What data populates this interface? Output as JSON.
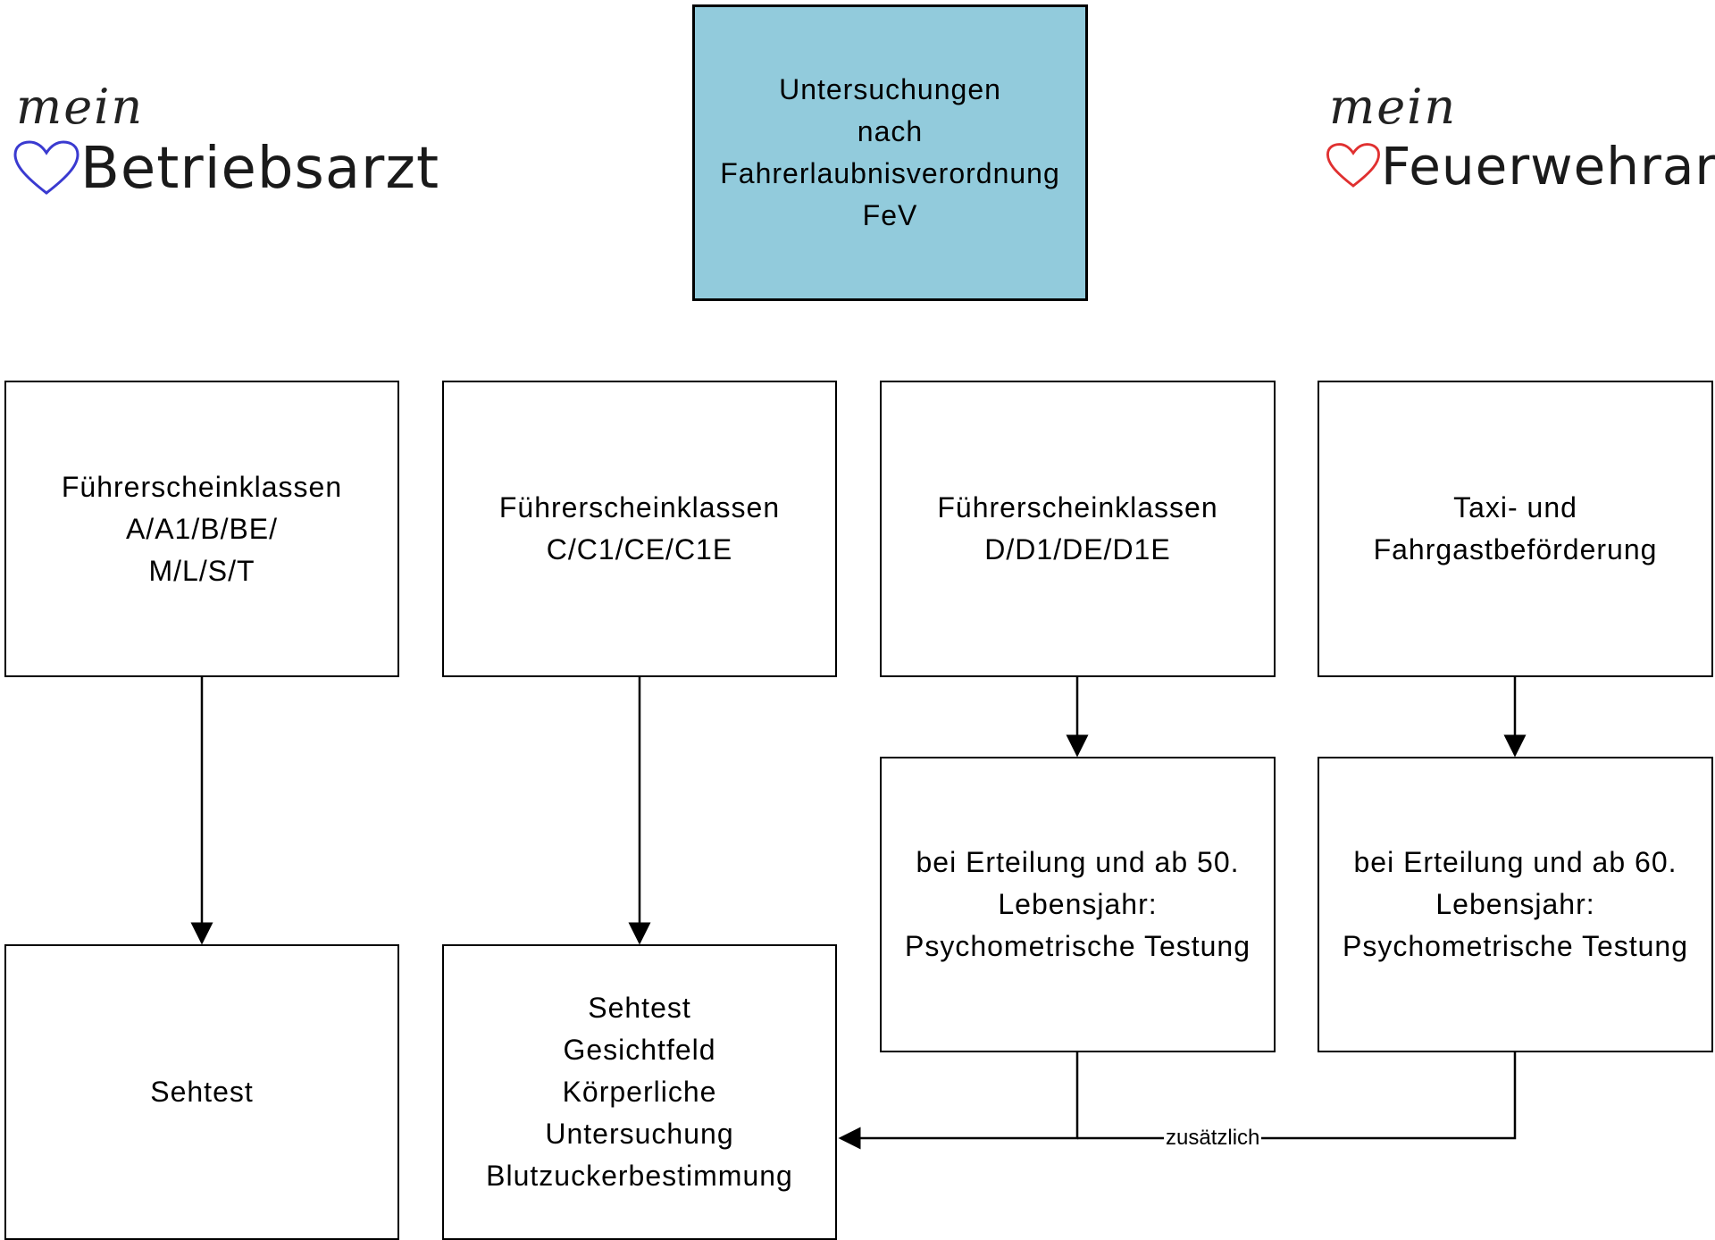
{
  "logos": {
    "left": {
      "script": "mein",
      "brand": "Betriebsarzt",
      "heart_color": "#3a3ad0"
    },
    "right": {
      "script": "mein",
      "brand": "Feuerwehrarzt",
      "heart_color": "#e03030"
    }
  },
  "title_box": {
    "lines": [
      "Untersuchungen",
      "nach",
      "Fahrerlaubnisverordnung",
      "FeV"
    ],
    "fill_color": "#92cbdc"
  },
  "categories": [
    {
      "lines": [
        "Führerscheinklassen",
        "A/A1/B/BE/",
        "M/L/S/T"
      ]
    },
    {
      "lines": [
        "Führerscheinklassen",
        "C/C1/CE/C1E"
      ]
    },
    {
      "lines": [
        "Führerscheinklassen",
        "D/D1/DE/D1E"
      ]
    },
    {
      "lines": [
        "Taxi- und",
        "Fahrgastbeförderung"
      ]
    }
  ],
  "middle": [
    {
      "lines": [
        "bei Erteilung und ab 50.",
        "Lebensjahr:",
        "Psychometrische Testung"
      ]
    },
    {
      "lines": [
        "bei Erteilung und ab 60.",
        "Lebensjahr:",
        "Psychometrische Testung"
      ]
    }
  ],
  "bottom": [
    {
      "lines": [
        "Sehtest"
      ]
    },
    {
      "lines": [
        "Sehtest",
        "Gesichtfeld",
        "Körperliche",
        "Untersuchung",
        "Blutzuckerbestimmung"
      ]
    }
  ],
  "edge_label": "zusätzlich"
}
